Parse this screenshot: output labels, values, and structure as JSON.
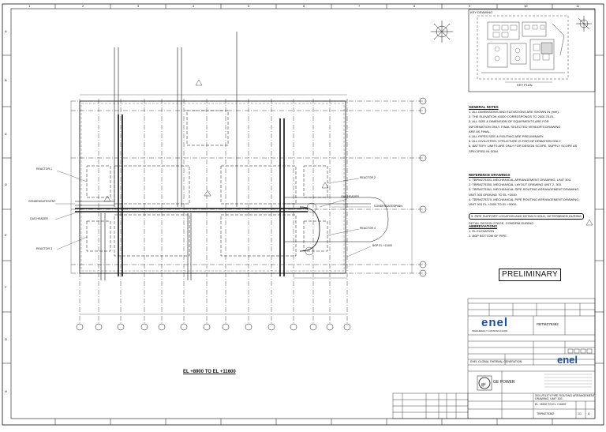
{
  "key_plan": {
    "header": "KEY DRAWING",
    "title": "KEY PLAN"
  },
  "grid_letters": [
    "A",
    "B",
    "C",
    "D",
    "E",
    "F",
    "G",
    "H"
  ],
  "grid_numbers": [
    "1",
    "2",
    "3",
    "4",
    "5",
    "6",
    "7",
    "8",
    "9",
    "10",
    "11"
  ],
  "general_notes": {
    "heading": "GENERAL NOTES",
    "items": [
      "1. ALL DIMENSIONS AND ELEVATIONS ARE SHOWN IN (mm).",
      "2. THE ELEVATION ±0000 CORRESPONDS TO 2000.70-EL.",
      "3. ALL SIZE & DIMENSION OF EQUIPMENTS ARE FOR",
      "    INFORMATION ONLY. FINAL SELECTED VENDOR'S DRAWING",
      "    ARE AS FINAL.",
      "4. ALL PIPES SIZE & ROUTING ARE PRELIMINARY.",
      "5. ALL CIVIL/STEEL STRUCTURE IS FOR INFORMATION ONLY.",
      "6. BATTERY LIMITS ARE ONLY FOR DESIGN SCOPE, SUPPLY SCOPE AS",
      "    SPECIFIED IN SOW."
    ]
  },
  "reference_drawings": {
    "heading": "REFERENCE DRAWINGS",
    "items": [
      "1. TBPMZ75301, MECHANICAL ARRANGEMENT DRAWING, UNIT 303.",
      "2. TBPMZ75350, MECHANICAL LAYOUT DRAWING UNIT 2, 303.",
      "3. TBPMZ75361, MECHANICAL PIPE ROUTING ARRANGEMENT DRAWING,",
      "    UNIT 303 GROUND TO EL +2000.",
      "4. TBPMZ75370, MECHANICAL PIPE ROUTING ARRANGEMENT DRAWING,",
      "    UNIT 303 EL +2000 TO EL +5000."
    ],
    "hold": "5. PIPE SUPPORT LOCATION AND DETAILS HOLD, DETERMINED DURING",
    "hold_cont": "    DETAIL DESIGN STAGE, CONFIRM DURING"
  },
  "abbreviations": {
    "heading": "ABBREVIATIONS",
    "items": [
      "1. EL      ELEVATION",
      "2. BOP   BOTTOM OF PIPE"
    ]
  },
  "preliminary_label": "PRELIMINARY",
  "elevation_caption": "EL +8900 TO EL +11600",
  "callouts": {
    "left_1": "REACTOR 1",
    "left_2": "CONDENSATE/VENT",
    "left_3": "GAS HEADER",
    "left_4": "REACTOR 3",
    "right_1": "REACTOR 2",
    "right_2": "GAS HEADER",
    "right_3": "CONDENSATE/DRAIN",
    "right_4": "REACTOR 4",
    "right_5": "BOP EL +11400"
  },
  "title_block": {
    "doc_number": "PBTMZ75382",
    "client": "ENEL GLOBAL THERMAL GENERATION",
    "enel_logo": "enel",
    "enel_sub": "INGENIERIA Y CONSTRUCCION",
    "ge_label": "GE POWER",
    "drawing_title_1": "303 UTILITY PIPE ROUTING ARRANGEMENT",
    "drawing_title_2": "DRAWING, UNIT 303",
    "drawing_title_3": "EL +8900 TO EL +11600",
    "doc_code": "TBPMZ75382",
    "sheet": "1/1",
    "rev": "A"
  },
  "colors": {
    "line": "#111111",
    "enel_blue": "#1f4ea1",
    "enel_red": "#d9232a",
    "enel_green": "#2aa25e",
    "enel_orange": "#f39c12"
  }
}
